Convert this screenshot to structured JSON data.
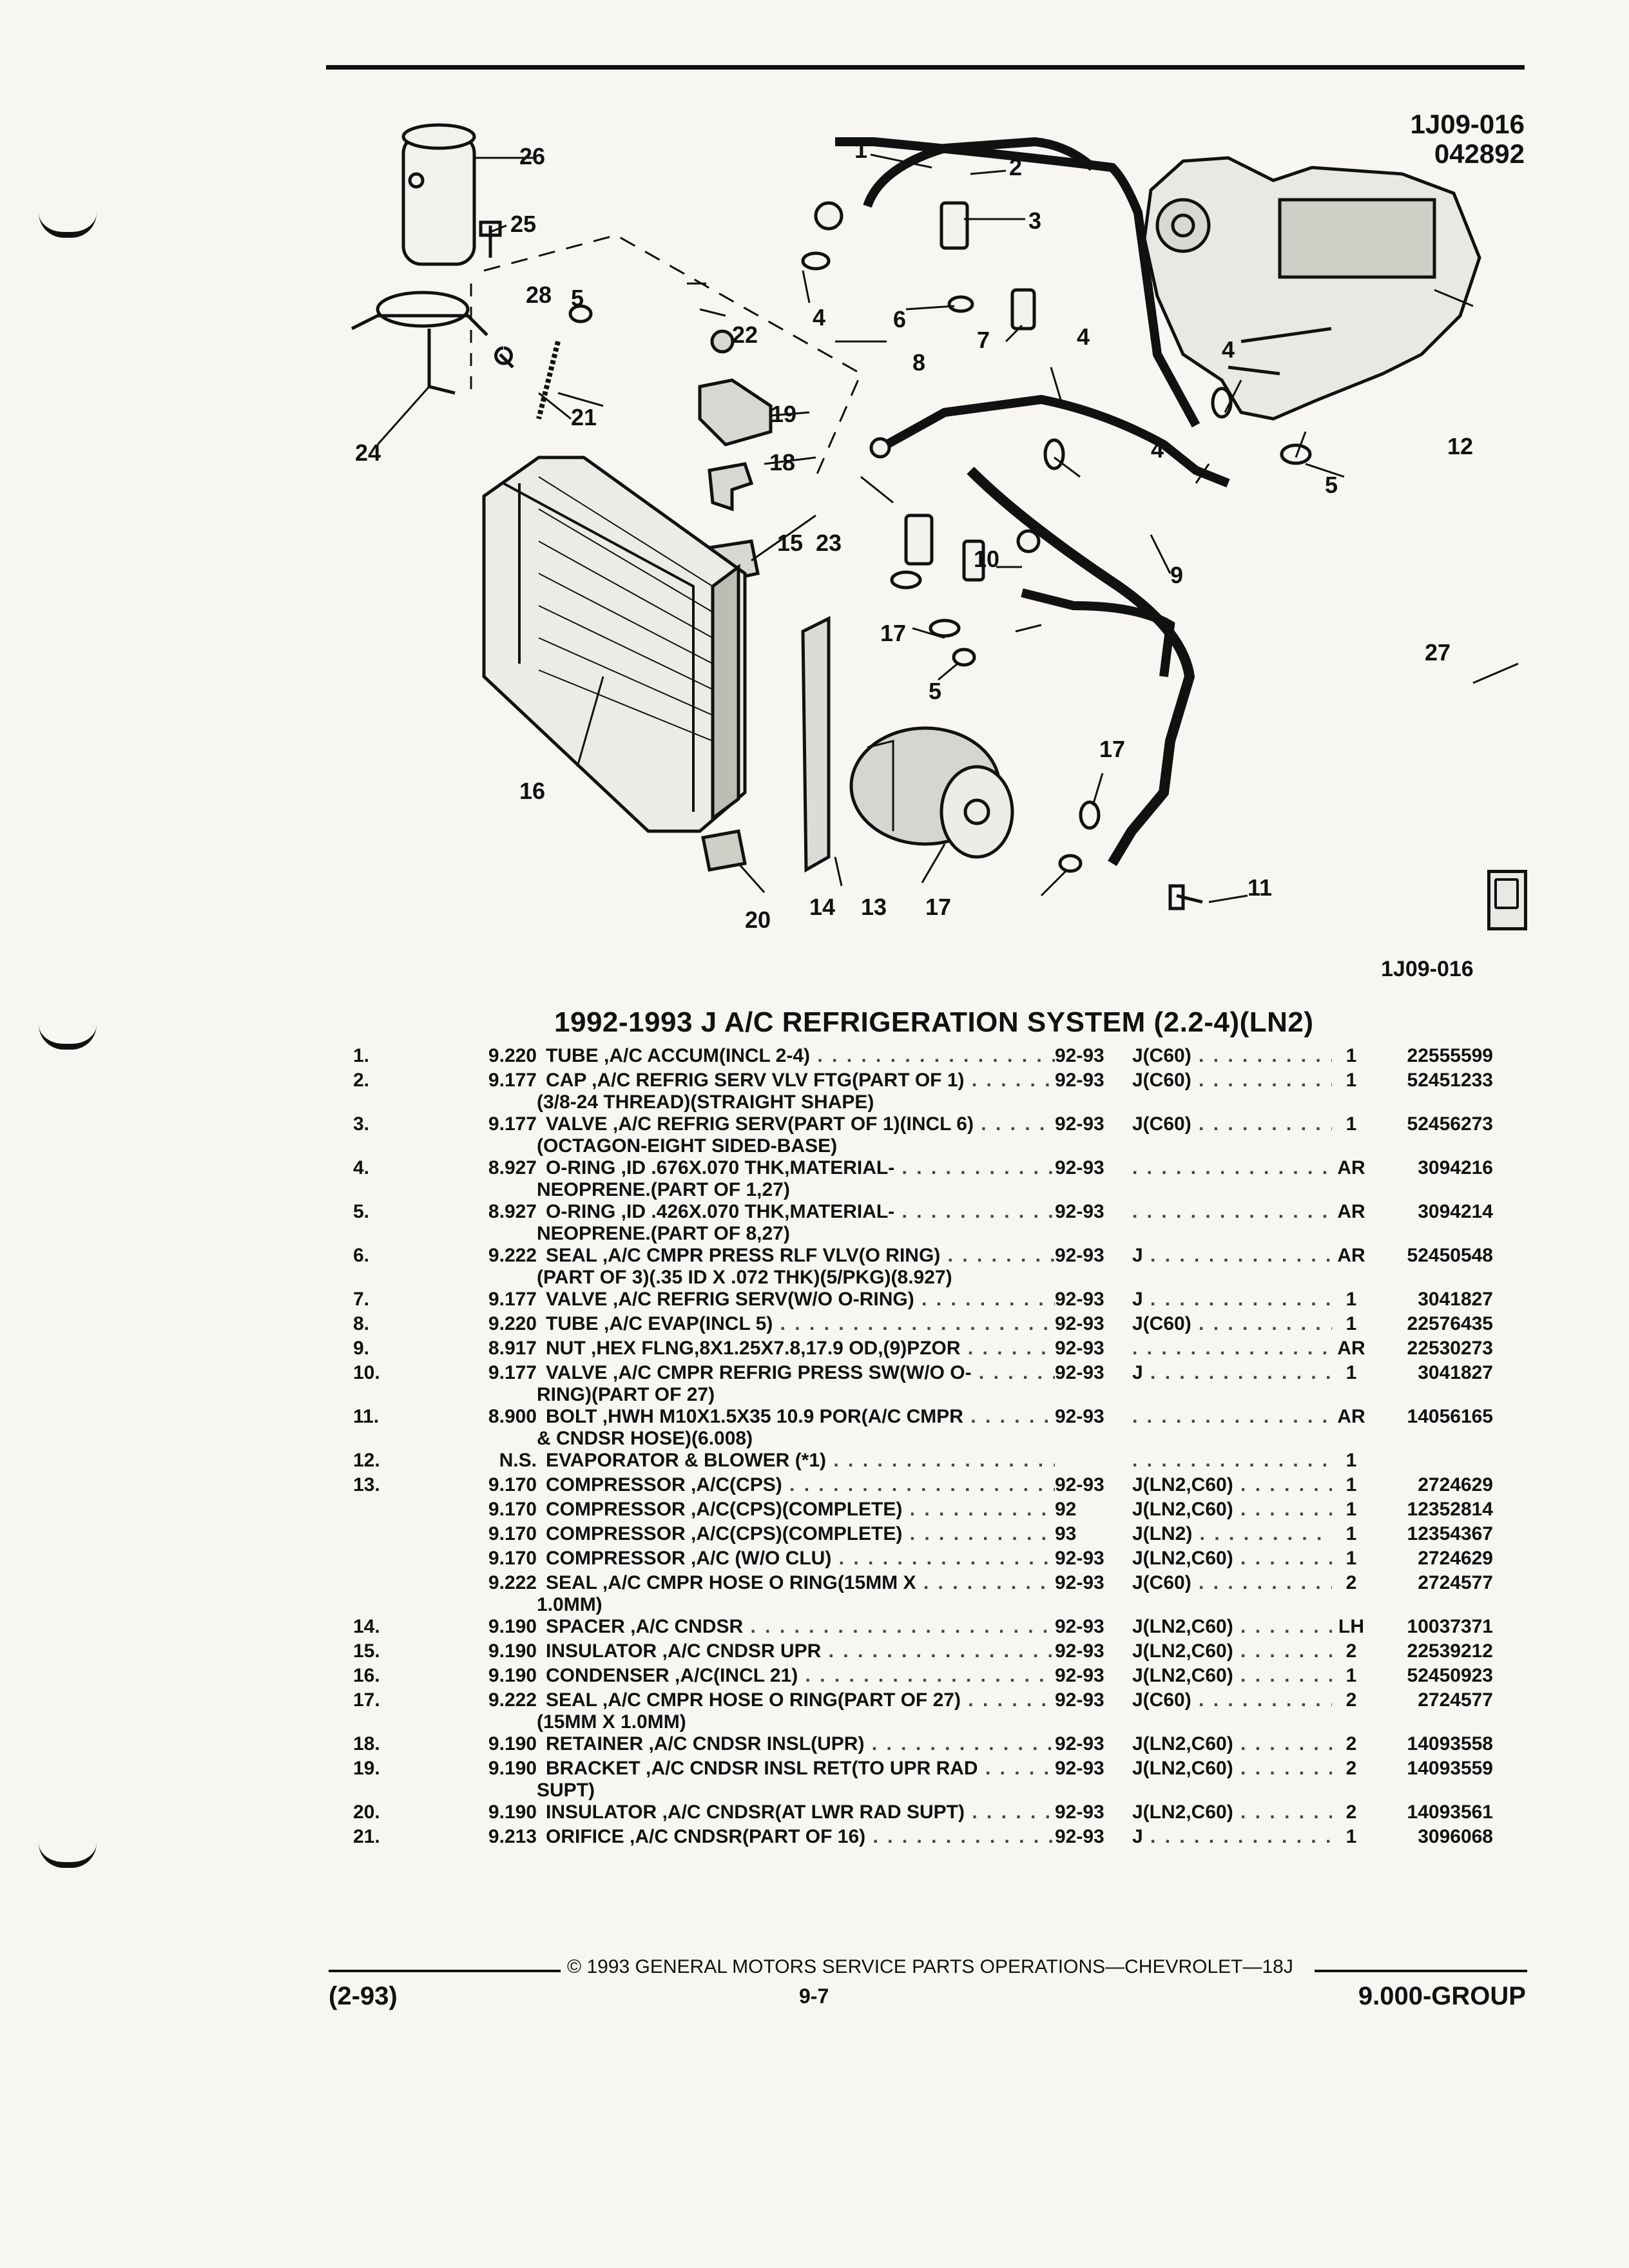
{
  "header": {
    "ref_top_line1": "1J09-016",
    "ref_top_line2": "042892",
    "ref_bottom": "1J09-016"
  },
  "diagram": {
    "callouts": [
      "1",
      "2",
      "3",
      "4",
      "4",
      "4",
      "5",
      "5",
      "5",
      "6",
      "7",
      "8",
      "9",
      "10",
      "11",
      "12",
      "13",
      "14",
      "15",
      "16",
      "17",
      "17",
      "17",
      "18",
      "19",
      "20",
      "21",
      "22",
      "23",
      "24",
      "25",
      "26",
      "27",
      "28"
    ]
  },
  "title": "1992-1993 J A/C REFRIGERATION SYSTEM (2.2-4)(LN2)",
  "parts": [
    {
      "num": "1.",
      "grp": "9.220",
      "name": "TUBE",
      "desc": ",A/C ACCUM(INCL 2-4)",
      "year": "92-93",
      "opt": "J(C60)",
      "qty": "1",
      "part": "22555599",
      "cont": []
    },
    {
      "num": "2.",
      "grp": "9.177",
      "name": "CAP",
      "desc": ",A/C REFRIG SERV VLV FTG(PART OF 1)",
      "year": "92-93",
      "opt": "J(C60)",
      "qty": "1",
      "part": "52451233",
      "cont": [
        "(3/8-24 THREAD)(STRAIGHT SHAPE)"
      ]
    },
    {
      "num": "3.",
      "grp": "9.177",
      "name": "VALVE",
      "desc": ",A/C REFRIG SERV(PART OF 1)(INCL 6)",
      "year": "92-93",
      "opt": "J(C60)",
      "qty": "1",
      "part": "52456273",
      "cont": [
        "(OCTAGON-EIGHT SIDED-BASE)"
      ]
    },
    {
      "num": "4.",
      "grp": "8.927",
      "name": "O-RING",
      "desc": ",ID .676X.070 THK,MATERIAL-",
      "year": "92-93",
      "opt": "",
      "qty": "AR",
      "part": "3094216",
      "cont": [
        "NEOPRENE.(PART OF 1,27)"
      ]
    },
    {
      "num": "5.",
      "grp": "8.927",
      "name": "O-RING",
      "desc": ",ID .426X.070 THK,MATERIAL-",
      "year": "92-93",
      "opt": "",
      "qty": "AR",
      "part": "3094214",
      "cont": [
        "NEOPRENE.(PART OF 8,27)"
      ]
    },
    {
      "num": "6.",
      "grp": "9.222",
      "name": "SEAL",
      "desc": ",A/C CMPR PRESS RLF VLV(O RING)",
      "year": "92-93",
      "opt": "J",
      "qty": "AR",
      "part": "52450548",
      "cont": [
        "(PART OF 3)(.35 ID X .072 THK)(5/PKG)(8.927)"
      ]
    },
    {
      "num": "7.",
      "grp": "9.177",
      "name": "VALVE",
      "desc": ",A/C REFRIG SERV(W/O O-RING)",
      "year": "92-93",
      "opt": "J",
      "qty": "1",
      "part": "3041827",
      "cont": []
    },
    {
      "num": "8.",
      "grp": "9.220",
      "name": "TUBE",
      "desc": ",A/C EVAP(INCL 5)",
      "year": "92-93",
      "opt": "J(C60)",
      "qty": "1",
      "part": "22576435",
      "cont": []
    },
    {
      "num": "9.",
      "grp": "8.917",
      "name": "NUT",
      "desc": ",HEX FLNG,8X1.25X7.8,17.9 OD,(9)PZOR",
      "year": "92-93",
      "opt": "",
      "qty": "AR",
      "part": "22530273",
      "cont": []
    },
    {
      "num": "10.",
      "grp": "9.177",
      "name": "VALVE",
      "desc": ",A/C CMPR REFRIG PRESS SW(W/O O-",
      "year": "92-93",
      "opt": "J",
      "qty": "1",
      "part": "3041827",
      "cont": [
        "RING)(PART OF 27)"
      ]
    },
    {
      "num": "11.",
      "grp": "8.900",
      "name": "BOLT",
      "desc": ",HWH M10X1.5X35 10.9 POR(A/C CMPR",
      "year": "92-93",
      "opt": "",
      "qty": "AR",
      "part": "14056165",
      "cont": [
        "& CNDSR HOSE)(6.008)"
      ]
    },
    {
      "num": "12.",
      "grp": "N.S.",
      "name": "EVAPORATOR & BLOWER",
      "desc": "(*1)",
      "year": "",
      "opt": "",
      "qty": "1",
      "part": "",
      "cont": []
    },
    {
      "num": "13.",
      "grp": "9.170",
      "name": "COMPRESSOR",
      "desc": ",A/C(CPS)",
      "year": "92-93",
      "opt": "J(LN2,C60)",
      "qty": "1",
      "part": "2724629",
      "cont": []
    },
    {
      "num": "",
      "grp": "9.170",
      "name": "COMPRESSOR",
      "desc": ",A/C(CPS)(COMPLETE)",
      "year": "92",
      "opt": "J(LN2,C60)",
      "qty": "1",
      "part": "12352814",
      "cont": []
    },
    {
      "num": "",
      "grp": "9.170",
      "name": "COMPRESSOR",
      "desc": ",A/C(CPS)(COMPLETE)",
      "year": "93",
      "opt": "J(LN2)",
      "qty": "1",
      "part": "12354367",
      "cont": []
    },
    {
      "num": "",
      "grp": "9.170",
      "name": "COMPRESSOR",
      "desc": ",A/C (W/O CLU)",
      "year": "92-93",
      "opt": "J(LN2,C60)",
      "qty": "1",
      "part": "2724629",
      "cont": []
    },
    {
      "num": "",
      "grp": "9.222",
      "name": "SEAL",
      "desc": ",A/C CMPR HOSE O RING(15MM X",
      "year": "92-93",
      "opt": "J(C60)",
      "qty": "2",
      "part": "2724577",
      "cont": [
        "1.0MM)"
      ]
    },
    {
      "num": "14.",
      "grp": "9.190",
      "name": "SPACER",
      "desc": ",A/C CNDSR",
      "year": "92-93",
      "opt": "J(LN2,C60)",
      "qty": "LH",
      "part": "10037371",
      "cont": []
    },
    {
      "num": "15.",
      "grp": "9.190",
      "name": "INSULATOR",
      "desc": ",A/C CNDSR UPR",
      "year": "92-93",
      "opt": "J(LN2,C60)",
      "qty": "2",
      "part": "22539212",
      "cont": []
    },
    {
      "num": "16.",
      "grp": "9.190",
      "name": "CONDENSER",
      "desc": ",A/C(INCL 21)",
      "year": "92-93",
      "opt": "J(LN2,C60)",
      "qty": "1",
      "part": "52450923",
      "cont": []
    },
    {
      "num": "17.",
      "grp": "9.222",
      "name": "SEAL",
      "desc": ",A/C CMPR HOSE O RING(PART OF 27)",
      "year": "92-93",
      "opt": "J(C60)",
      "qty": "2",
      "part": "2724577",
      "cont": [
        "(15MM X 1.0MM)"
      ]
    },
    {
      "num": "18.",
      "grp": "9.190",
      "name": "RETAINER",
      "desc": ",A/C CNDSR INSL(UPR)",
      "year": "92-93",
      "opt": "J(LN2,C60)",
      "qty": "2",
      "part": "14093558",
      "cont": []
    },
    {
      "num": "19.",
      "grp": "9.190",
      "name": "BRACKET",
      "desc": ",A/C CNDSR INSL RET(TO UPR RAD",
      "year": "92-93",
      "opt": "J(LN2,C60)",
      "qty": "2",
      "part": "14093559",
      "cont": [
        "SUPT)"
      ]
    },
    {
      "num": "20.",
      "grp": "9.190",
      "name": "INSULATOR",
      "desc": ",A/C CNDSR(AT LWR RAD SUPT)",
      "year": "92-93",
      "opt": "J(LN2,C60)",
      "qty": "2",
      "part": "14093561",
      "cont": []
    },
    {
      "num": "21.",
      "grp": "9.213",
      "name": "ORIFICE",
      "desc": ",A/C CNDSR(PART OF 16)",
      "year": "92-93",
      "opt": "J",
      "qty": "1",
      "part": "3096068",
      "cont": []
    }
  ],
  "footer": {
    "copyright": "© 1993 GENERAL MOTORS SERVICE PARTS OPERATIONS—CHEVROLET—18J",
    "left": "(2-93)",
    "page": "9-7",
    "right": "9.000-GROUP"
  }
}
